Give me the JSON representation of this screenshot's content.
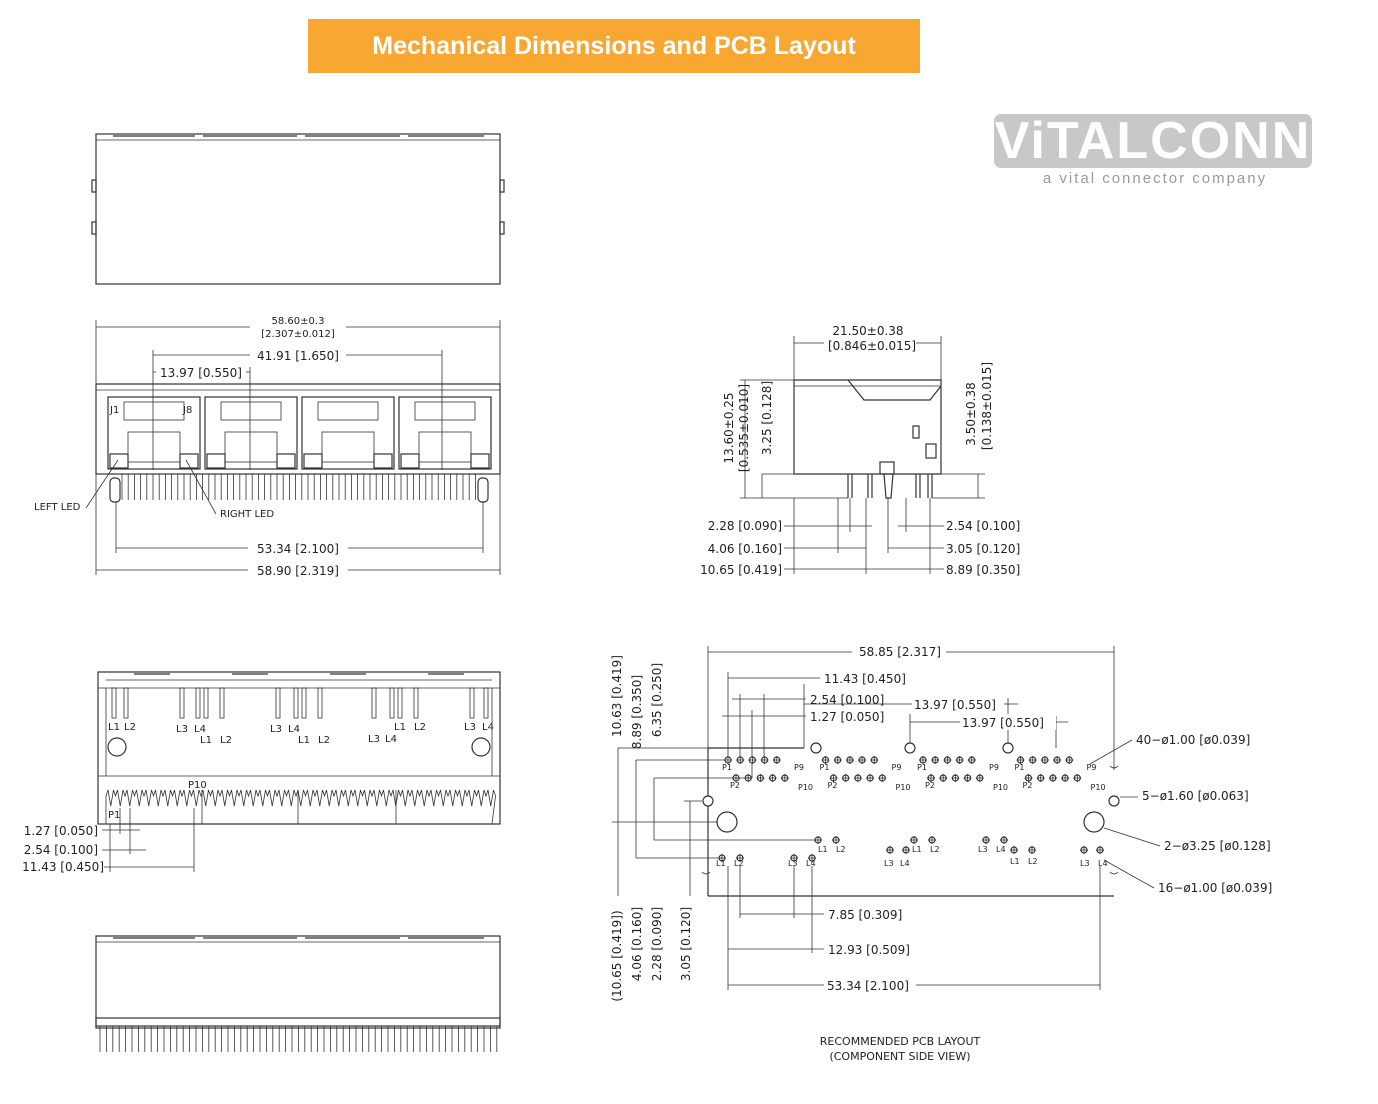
{
  "title": "Mechanical Dimensions and PCB Layout",
  "logo": {
    "name": "ViTALCONN",
    "tagline": "a vital connector company"
  },
  "front_view": {
    "overall_top": "58.60±0.3",
    "overall_top_in": "[2.307±0.012]",
    "pitch_3": "41.91 [1.650]",
    "pitch_1": "13.97 [0.550]",
    "pin_labels": [
      "J1",
      "J8"
    ],
    "left_led": "LEFT LED",
    "right_led": "RIGHT LED",
    "peg_span": "53.34 [2.100]",
    "overall_bottom": "58.90 [2.319]"
  },
  "side_view": {
    "depth": "21.50±0.38",
    "depth_in": "[0.846±0.015]",
    "height": "13.60±0.25",
    "height_in": "[0.535±0.010]",
    "offset_left": "3.25 [0.128]",
    "pin_len": "3.50±0.38",
    "pin_len_in": "[0.138±0.015]",
    "left_dims": [
      "2.28 [0.090]",
      "4.06 [0.160]",
      "10.65 [0.419]"
    ],
    "right_dims": [
      "2.54 [0.100]",
      "3.05 [0.120]",
      "8.89 [0.350]"
    ]
  },
  "bottom_view": {
    "labels_top": [
      "L1",
      "L2",
      "L3",
      "L4",
      "L1",
      "L2",
      "L3",
      "L4",
      "L1",
      "L2",
      "L3",
      "L4",
      "L1",
      "L2",
      "L3",
      "L4"
    ],
    "p10": "P10",
    "p1": "P1",
    "dims": [
      "1.27 [0.050]",
      "2.54 [0.100]",
      "11.43 [0.450]"
    ]
  },
  "pcb_layout": {
    "overall": "58.85 [2.317]",
    "d_11_43": "11.43 [0.450]",
    "d_2_54": "2.54 [0.100]",
    "d_1_27": "1.27 [0.050]",
    "d_13_97a": "13.97 [0.550]",
    "d_13_97b": "13.97 [0.550]",
    "holes_40": "40−ø1.00 [ø0.039]",
    "holes_5": "5−ø1.60 [ø0.063]",
    "holes_2": "2−ø3.25 [ø0.128]",
    "holes_16": "16−ø1.00 [ø0.039]",
    "vert_dims": [
      "10.63 [0.419]",
      "8.89 [0.350]",
      "6.35 [0.250]"
    ],
    "vert_dims_bottom": [
      "(10.65 [0.419])",
      "4.06 [0.160]",
      "2.28 [0.090]",
      "3.05 [0.120]"
    ],
    "horiz_bottom": [
      "7.85 [0.309]",
      "12.93 [0.509]",
      "53.34 [2.100]"
    ],
    "pin_marks": [
      "P1",
      "P9",
      "P2",
      "P10",
      "P1",
      "P9",
      "P2",
      "P10",
      "P1",
      "P9",
      "P2",
      "P10",
      "P1",
      "P9",
      "P2",
      "P10"
    ],
    "led_marks": [
      "L1",
      "L2",
      "L3",
      "L4",
      "L1",
      "L2",
      "L3",
      "L4",
      "L1",
      "L2",
      "L3",
      "L4",
      "L1",
      "L2",
      "L3",
      "L4"
    ],
    "caption_1": "RECOMMENDED PCB LAYOUT",
    "caption_2": "(COMPONENT SIDE VIEW)"
  }
}
